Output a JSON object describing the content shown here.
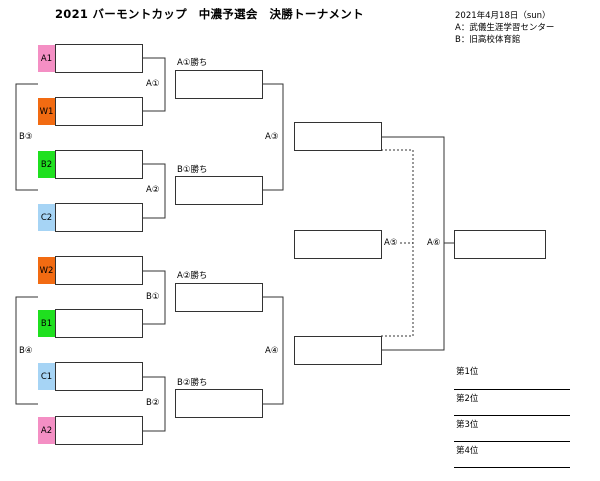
{
  "title": "2021 バーモントカップ　中濃予選会　決勝トーナメント",
  "info": {
    "date": "2021年4月18日（sun）",
    "venue_a": "A：武儀生涯学習センター",
    "venue_b": "B：旧高校体育館"
  },
  "seeds": [
    "A1",
    "W1",
    "B2",
    "C2",
    "W2",
    "B1",
    "C1",
    "A2"
  ],
  "seed_colors": [
    "#f48fc4",
    "#f26b12",
    "#1fe01f",
    "#a6d4f5",
    "#f26b12",
    "#1fe01f",
    "#a6d4f5",
    "#f48fc4"
  ],
  "match_labels": {
    "a1": "A①",
    "a2": "A②",
    "b1": "B①",
    "b2": "B②",
    "b3": "B③",
    "b4": "B④",
    "a3": "A③",
    "a4": "A④",
    "a5": "A⑤",
    "a6": "A⑥"
  },
  "winner_labels": {
    "a1_win": "A①勝ち",
    "b1_win": "B①勝ち",
    "a2_win": "A②勝ち",
    "b2_win": "B②勝ち"
  },
  "ranks": [
    "第1位",
    "第2位",
    "第3位",
    "第4位"
  ]
}
